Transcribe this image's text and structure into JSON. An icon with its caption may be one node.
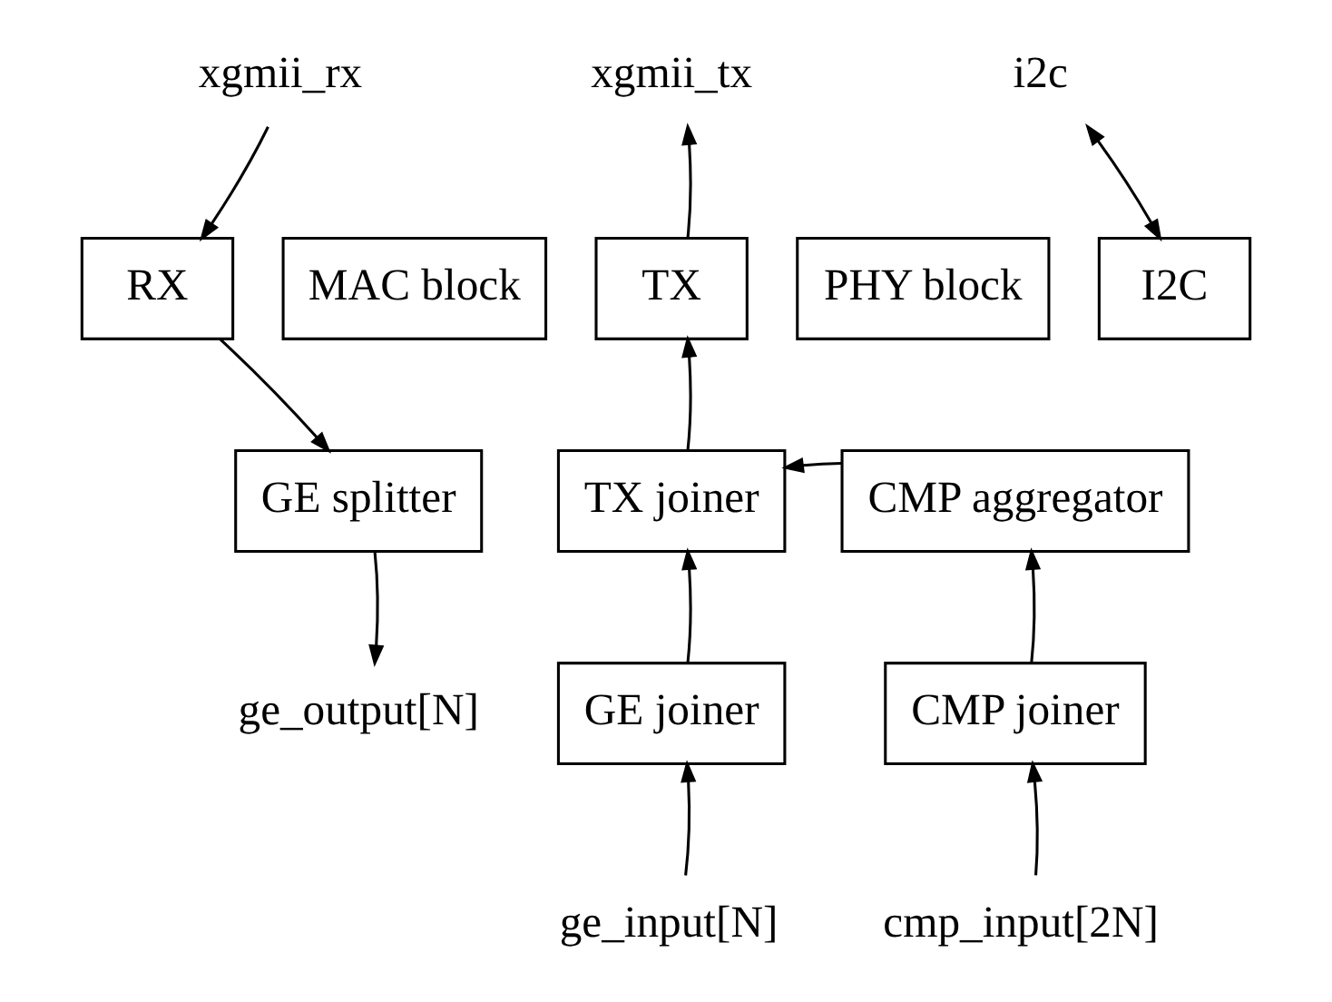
{
  "diagram": {
    "nodes": [
      {
        "text": [
          "xgmii_rx"
        ]
      },
      {
        "text": [
          "xgmii_tx"
        ]
      },
      {
        "text": [
          "i2c"
        ]
      },
      {
        "text": [
          "RX"
        ]
      },
      {
        "text": [
          "MAC block"
        ]
      },
      {
        "text": [
          "TX"
        ]
      },
      {
        "text": [
          "PHY block"
        ]
      },
      {
        "text": [
          "I2C"
        ]
      },
      {
        "text": [
          "GE splitter"
        ]
      },
      {
        "text": [
          "TX joiner"
        ]
      },
      {
        "text": [
          "CMP aggregator"
        ]
      },
      {
        "text": [
          "ge_output[N]"
        ]
      },
      {
        "text": [
          "GE joiner"
        ]
      },
      {
        "text": [
          "CMP joiner"
        ]
      },
      {
        "text": [
          "ge_input[N]"
        ]
      },
      {
        "text": [
          "cmp_input[2N]"
        ]
      }
    ],
    "edges": [
      {
        "from": 0,
        "to": 3,
        "arrow": "to"
      },
      {
        "from": 5,
        "to": 1,
        "arrow": "to"
      },
      {
        "from": 2,
        "to": 7,
        "arrow": "both"
      },
      {
        "from": 3,
        "to": 8,
        "arrow": "to"
      },
      {
        "from": 8,
        "to": 11,
        "arrow": "to"
      },
      {
        "from": 9,
        "to": 5,
        "arrow": "to"
      },
      {
        "from": 10,
        "to": 9,
        "arrow": "to"
      },
      {
        "from": 12,
        "to": 9,
        "arrow": "to"
      },
      {
        "from": 13,
        "to": 10,
        "arrow": "to"
      },
      {
        "from": 14,
        "to": 12,
        "arrow": "to"
      },
      {
        "from": 15,
        "to": 13,
        "arrow": "to"
      }
    ]
  }
}
